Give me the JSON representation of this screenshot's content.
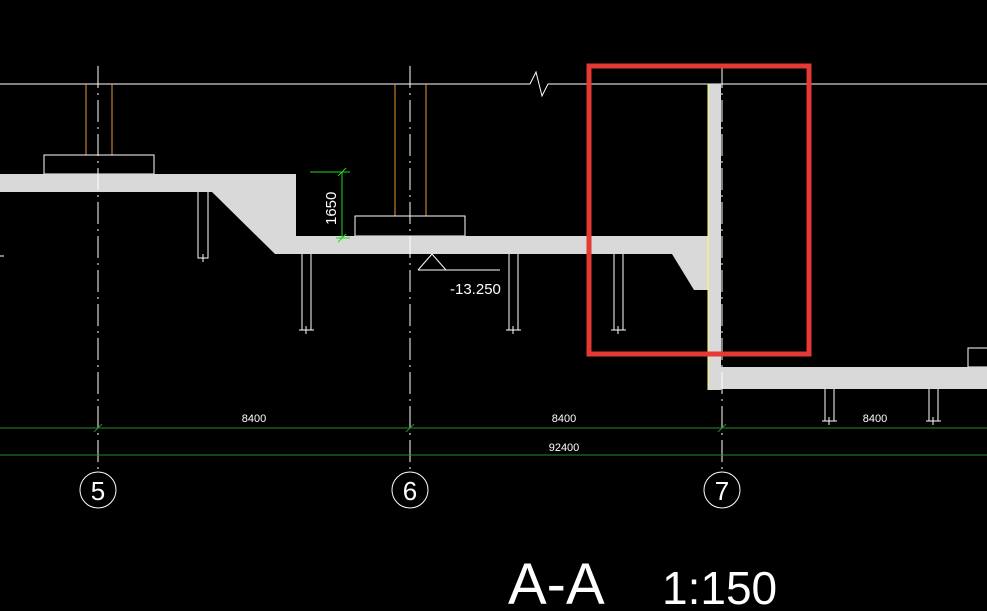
{
  "drawing": {
    "level_mark": "-13.250",
    "height_dim": "1650",
    "span_dims": [
      "8400",
      "8400",
      "8400"
    ],
    "total_dim": "92400",
    "axes": [
      "5",
      "6",
      "7"
    ],
    "section_title": "A-A",
    "scale": "1:150"
  },
  "colors": {
    "background": "#000000",
    "lines": "#ffffff",
    "slab_fill": "#d9d9d9",
    "columns": "#e8963c",
    "dimension": "#2a8a2a",
    "height_dim": "#22d422",
    "wall_highlight": "#ffff66",
    "highlight_box": "#e53935"
  }
}
